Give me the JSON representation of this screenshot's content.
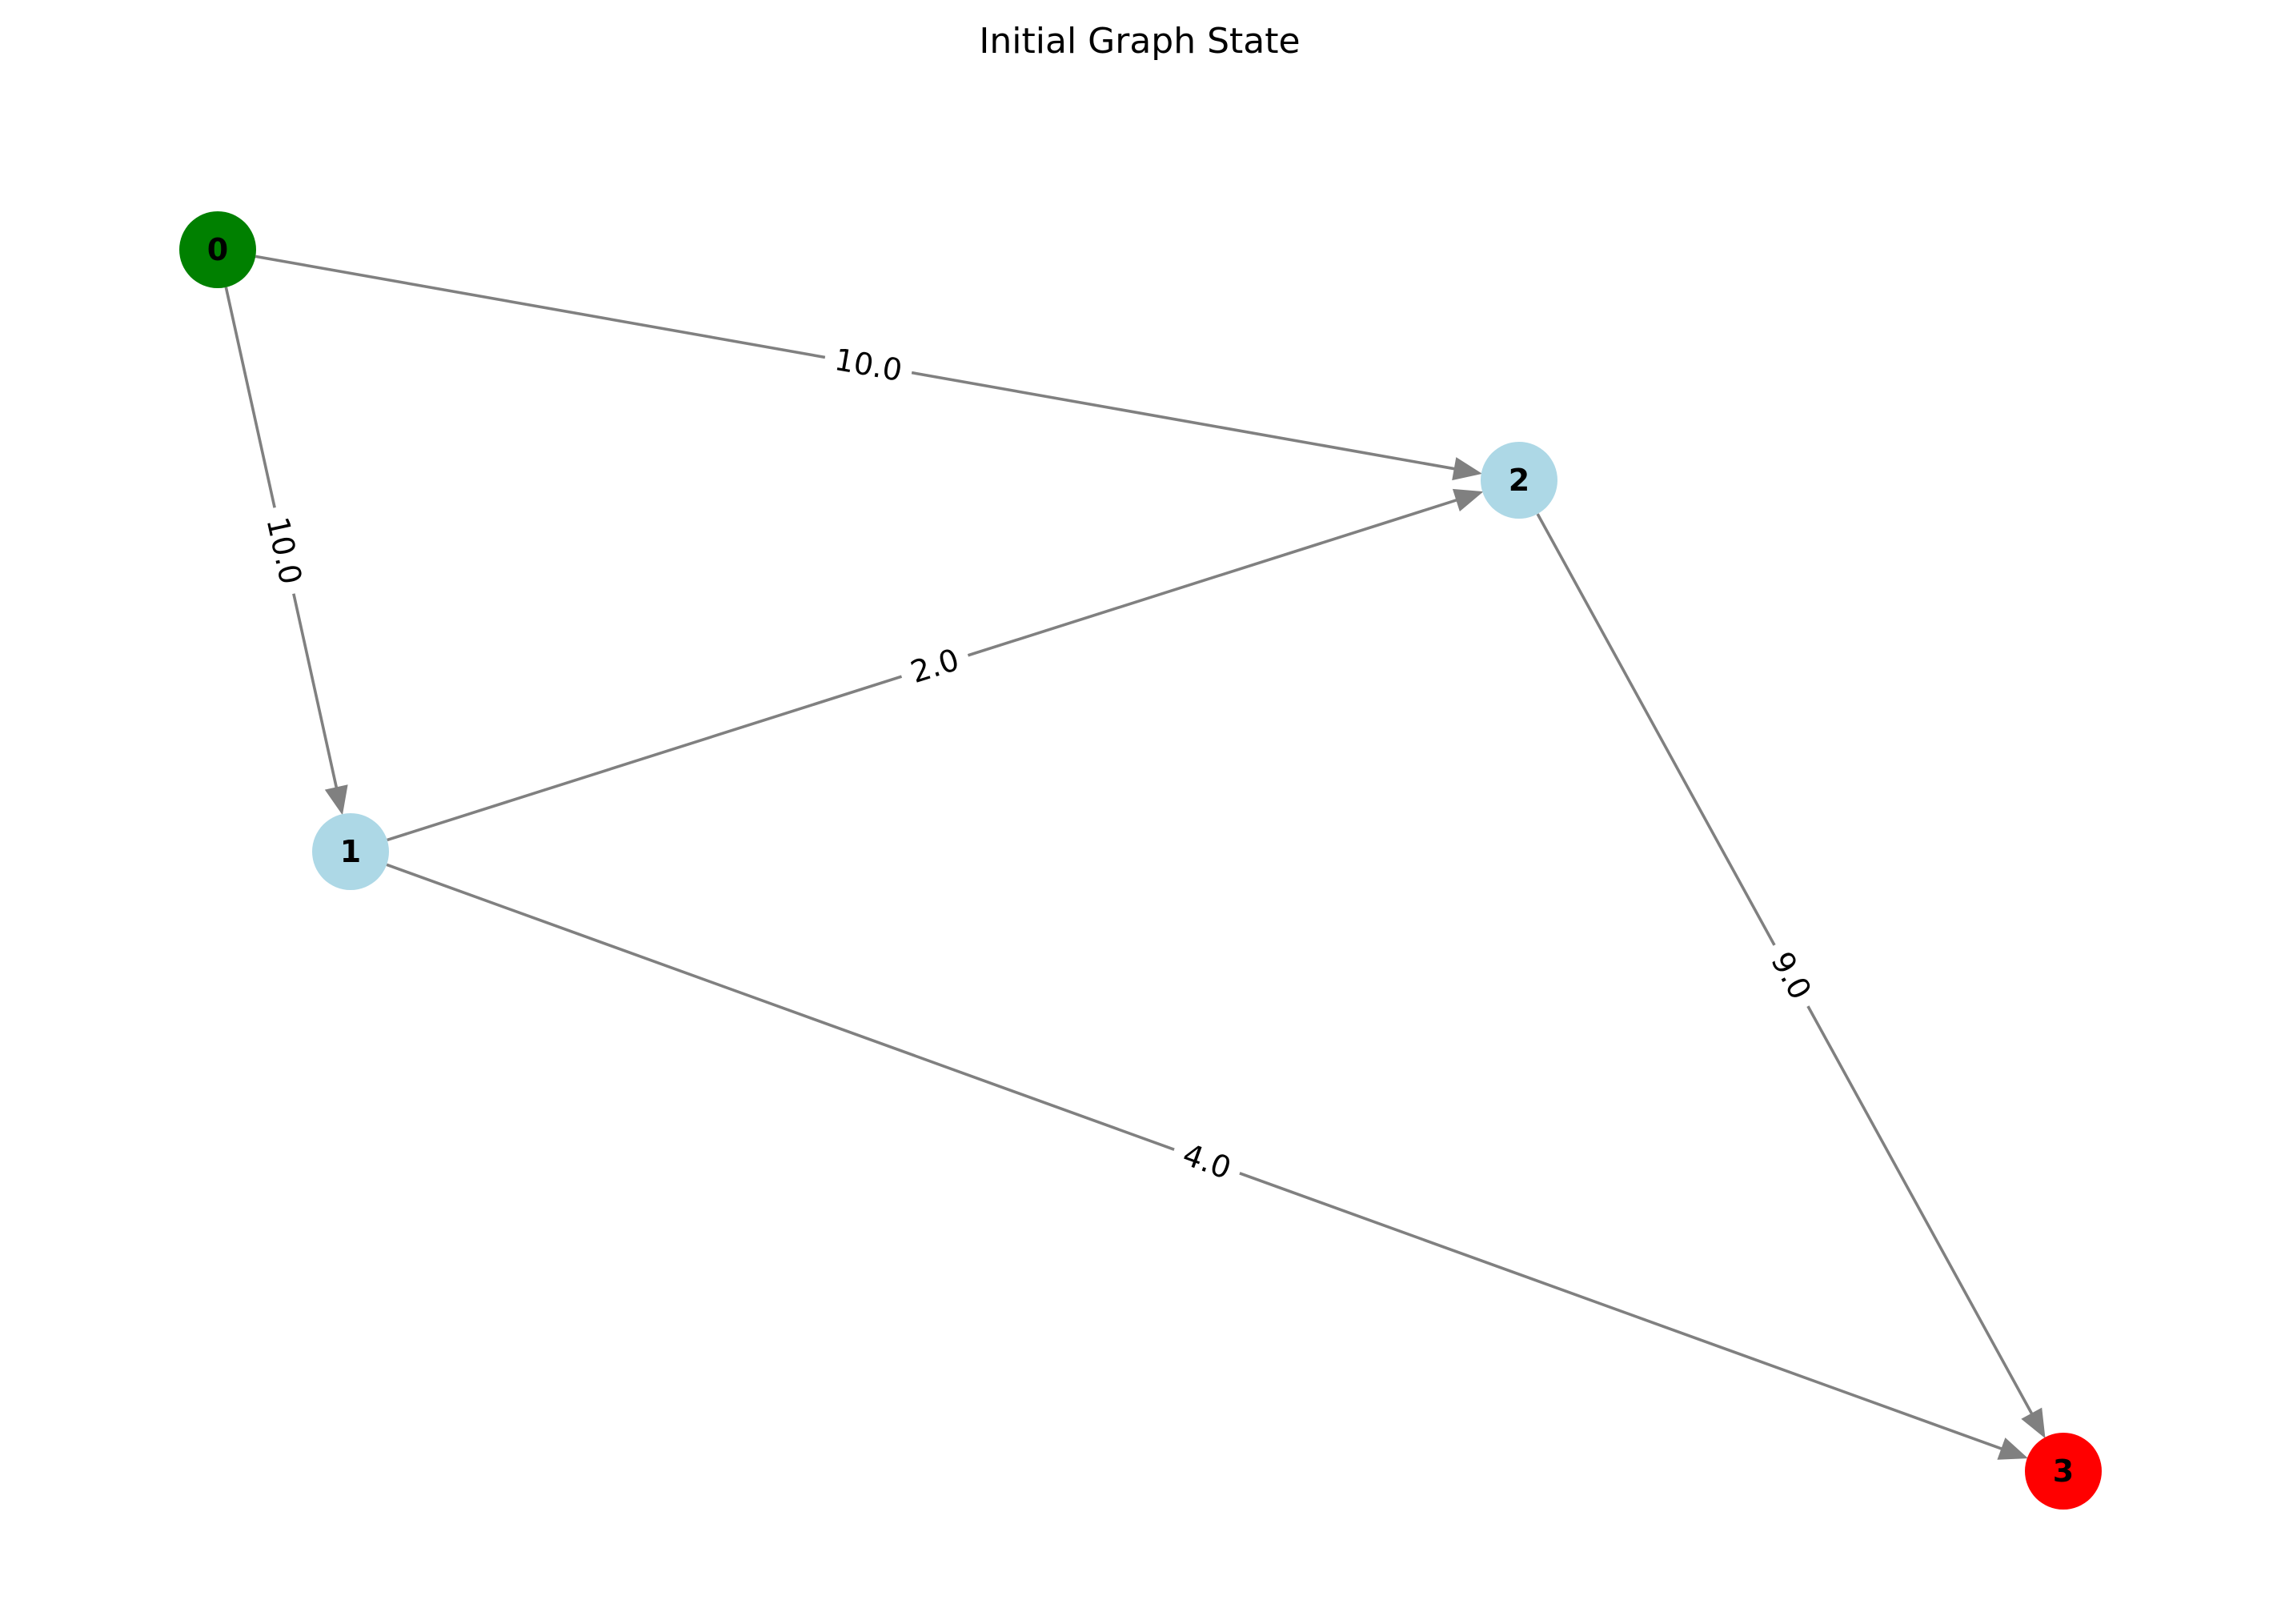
{
  "title": "Initial Graph State",
  "colors": {
    "edge": "#808080",
    "source_node": "#008000",
    "target_node": "#ff0000",
    "default_node": "#add8e6"
  },
  "nodes": [
    {
      "id": "0",
      "label": "0",
      "color": "#008000",
      "role": "source"
    },
    {
      "id": "1",
      "label": "1",
      "color": "#add8e6",
      "role": "intermediate"
    },
    {
      "id": "2",
      "label": "2",
      "color": "#add8e6",
      "role": "intermediate"
    },
    {
      "id": "3",
      "label": "3",
      "color": "#ff0000",
      "role": "sink"
    }
  ],
  "edges": [
    {
      "from": "0",
      "to": "1",
      "weight": "10.0"
    },
    {
      "from": "0",
      "to": "2",
      "weight": "10.0"
    },
    {
      "from": "1",
      "to": "2",
      "weight": "2.0"
    },
    {
      "from": "1",
      "to": "3",
      "weight": "4.0"
    },
    {
      "from": "2",
      "to": "3",
      "weight": "9.0"
    }
  ]
}
